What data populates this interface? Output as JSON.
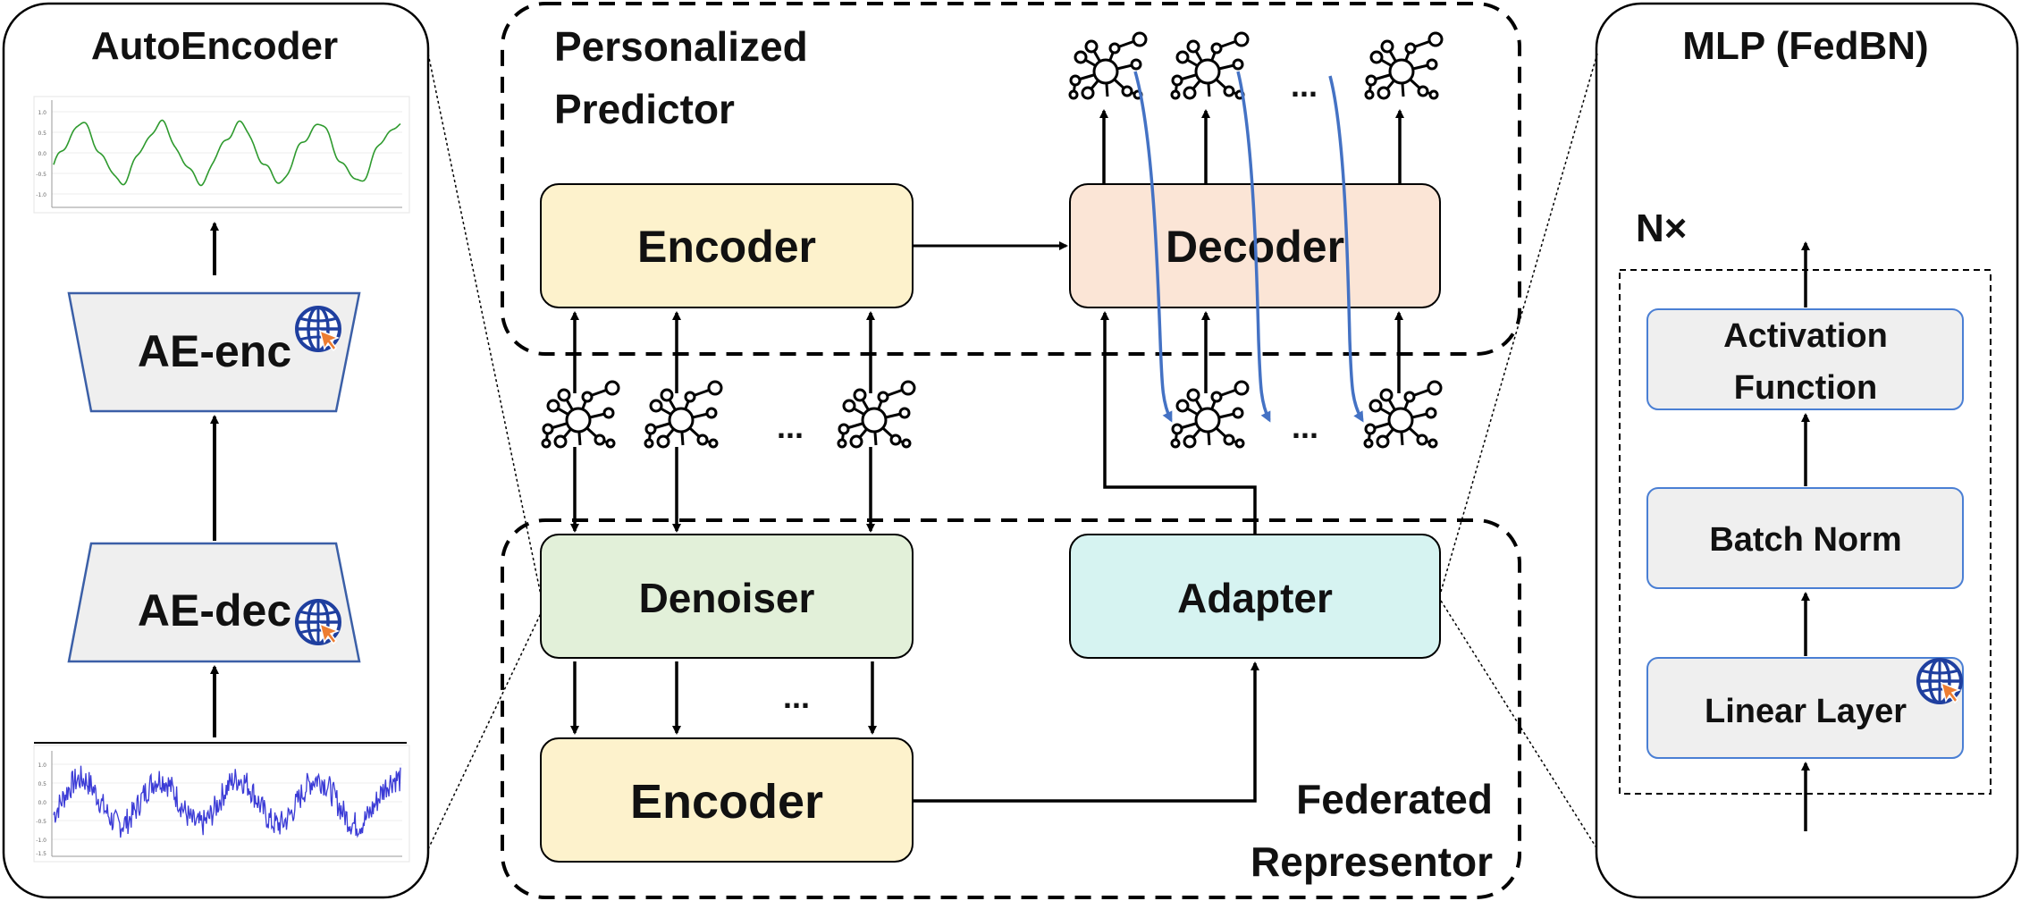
{
  "left_panel": {
    "title": "AutoEncoder",
    "ae_enc_label": "AE-enc",
    "ae_dec_label": "AE-dec",
    "output_signal_ticks": [
      "1.0",
      "0.5",
      "0.0",
      "-0.5",
      "-1.0"
    ],
    "input_signal_ticks": [
      "1.0",
      "0.5",
      "0.0",
      "-0.5",
      "-1.0",
      "-1.5"
    ],
    "signal_colors": {
      "output": "#2e9a2e",
      "input": "#3b3bd6"
    },
    "icon": "globe-cursor-icon"
  },
  "predictor": {
    "title_line1": "Personalized",
    "title_line2": "Predictor",
    "encoder_label": "Encoder",
    "decoder_label": "Decoder",
    "top_ellipsis": "..."
  },
  "middle": {
    "ellipsis_left": "...",
    "ellipsis_right": "..."
  },
  "representor": {
    "title_line1": "Federated",
    "title_line2": "Representor",
    "denoiser_label": "Denoiser",
    "adapter_label": "Adapter",
    "encoder_label": "Encoder",
    "ellipsis": "..."
  },
  "right_panel": {
    "title": "MLP (FedBN)",
    "repeat_label": "N×",
    "activation_line1": "Activation",
    "activation_line2": "Function",
    "batchnorm_label": "Batch Norm",
    "linear_label": "Linear Layer"
  },
  "colors": {
    "encoder_fill": "#fdf2cc",
    "decoder_fill": "#fbe5d6",
    "denoiser_fill": "#e2f0d9",
    "adapter_fill": "#d6f3f1",
    "mlp_fill": "#efefef",
    "mlp_border": "#4a7fd4",
    "curve_blue": "#4472c4",
    "globe_blue": "#1f3f9f",
    "cursor_orange": "#ed7d31"
  }
}
